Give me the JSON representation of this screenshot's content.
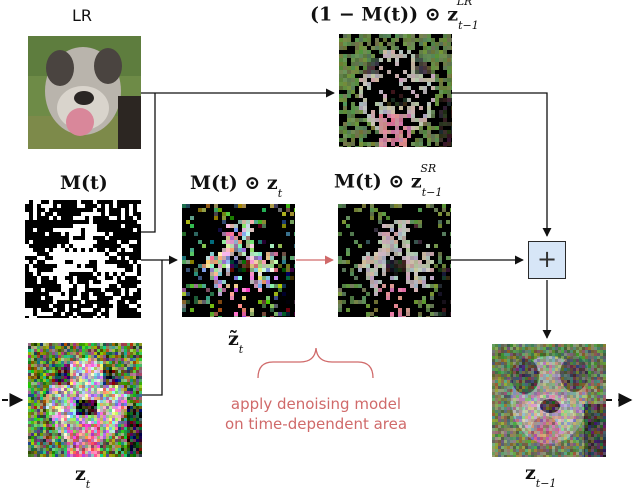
{
  "labels": {
    "lr": "LR",
    "mask": "M(t)",
    "masked_lr_prefix": "(1 − M(t)) ⊙ z",
    "masked_lr_sub": "t−1",
    "masked_lr_sup": "LR",
    "masked_z_prefix": "M(t) ⊙ z",
    "masked_z_sub": "t",
    "masked_sr_prefix": "M(t) ⊙ z",
    "masked_sr_sub": "t−1",
    "masked_sr_sup": "SR",
    "z_tilde": "z̃",
    "z_tilde_sub": "t",
    "zt": "z",
    "zt_sub": "t",
    "zt1": "z",
    "zt1_sub": "t−1",
    "plus": "+"
  },
  "note": {
    "line1": "apply denoising model",
    "line2": "on time-dependent area"
  },
  "colors": {
    "arrow": "#111111",
    "red_arrow": "#d06a6a",
    "plus_fill": "#d7e6f7"
  }
}
